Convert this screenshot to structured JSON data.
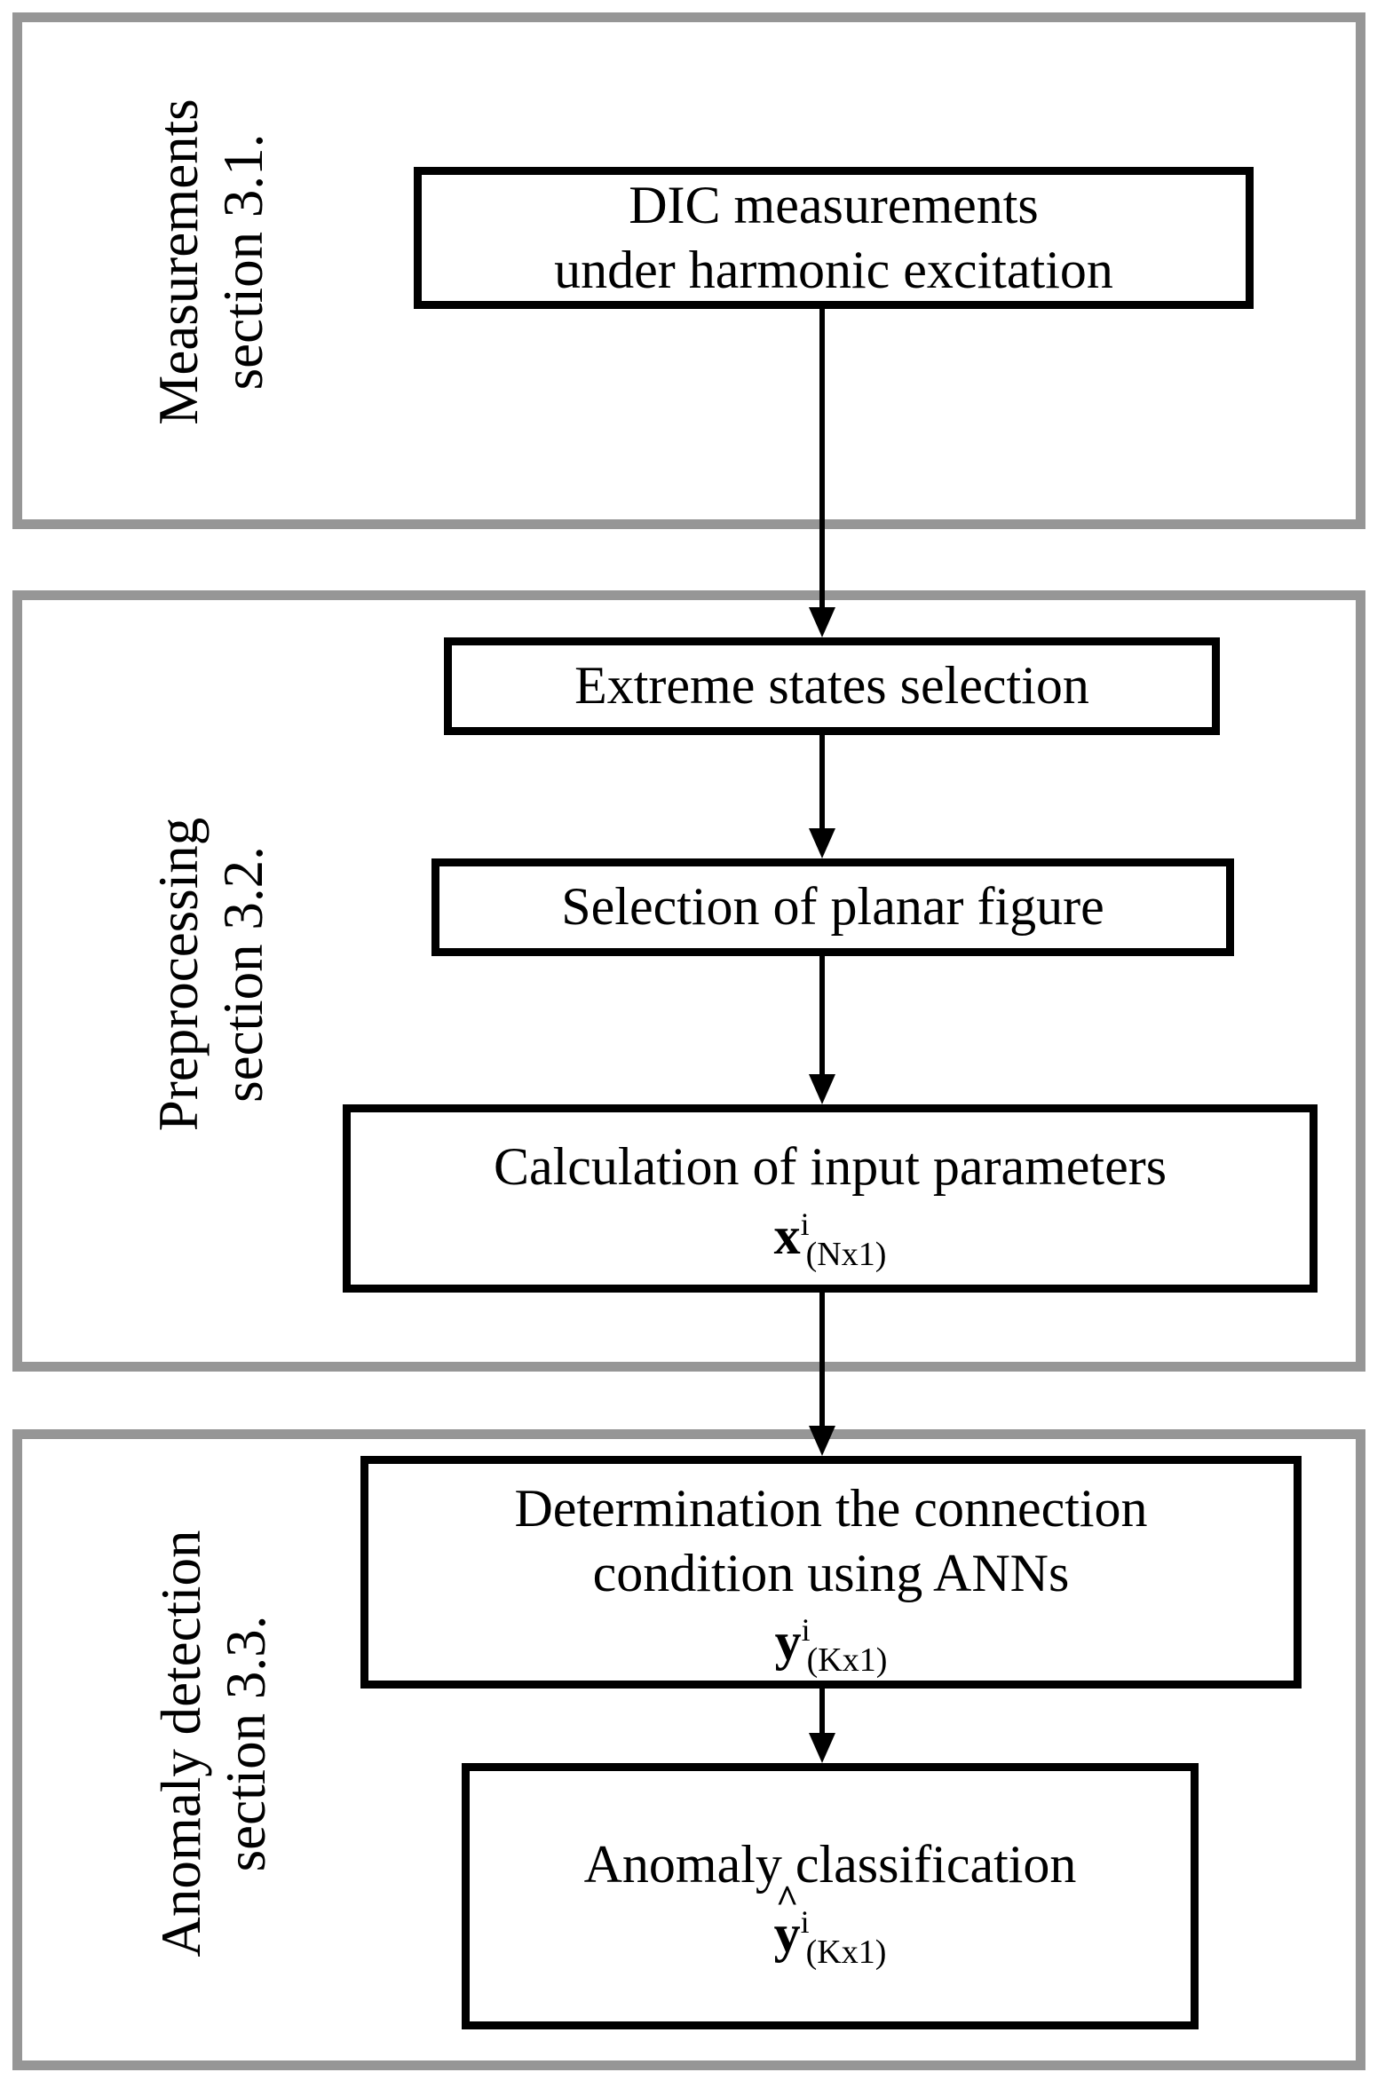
{
  "diagram": {
    "title": "Methodology flowchart",
    "colors": {
      "frame": "#969696",
      "box_border": "#000000",
      "text": "#000000",
      "background": "#ffffff"
    }
  },
  "sections": [
    {
      "id": "measurements",
      "label_line1": "Measurements",
      "label_line2": "section 3.1."
    },
    {
      "id": "preprocessing",
      "label_line1": "Preprocessing",
      "label_line2": "section 3.2."
    },
    {
      "id": "anomaly-detection",
      "label_line1": "Anomaly detection",
      "label_line2": "section 3.3."
    }
  ],
  "boxes": {
    "dic": {
      "line1": "DIC measurements",
      "line2": "under harmonic excitation"
    },
    "extreme": {
      "line1": "Extreme states selection"
    },
    "planar": {
      "line1": "Selection of planar figure"
    },
    "calc": {
      "line1": "Calculation of input parameters",
      "math_var": "x",
      "math_sup": "i",
      "math_sub": "(Nx1)"
    },
    "ann": {
      "line1": "Determination the connection",
      "line2": "condition using ANNs",
      "math_var": "y",
      "math_sup": "i",
      "math_sub": "(Kx1)"
    },
    "anomaly": {
      "line1": "Anomaly classification",
      "math_hat": "^",
      "math_var": "y",
      "math_sup": "i",
      "math_sub": "(Kx1)"
    }
  },
  "arrows": [
    {
      "id": "dic-to-extreme",
      "from": "dic",
      "to": "extreme"
    },
    {
      "id": "extreme-to-planar",
      "from": "extreme",
      "to": "planar"
    },
    {
      "id": "planar-to-calc",
      "from": "planar",
      "to": "calc"
    },
    {
      "id": "calc-to-ann",
      "from": "calc",
      "to": "ann"
    },
    {
      "id": "ann-to-anomaly",
      "from": "ann",
      "to": "anomaly"
    }
  ]
}
